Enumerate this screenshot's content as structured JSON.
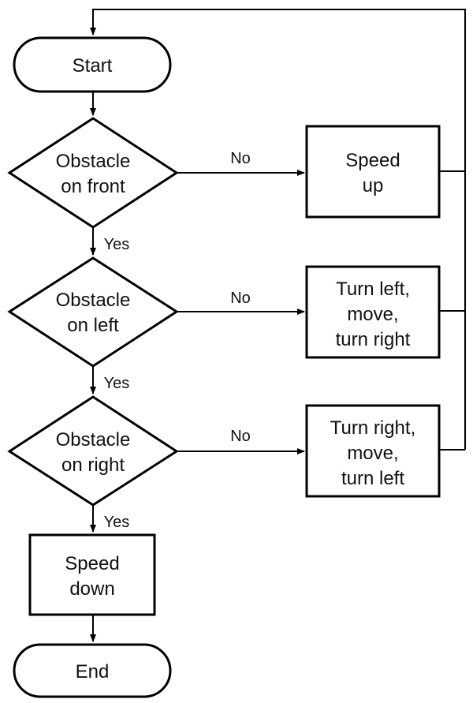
{
  "nodes": {
    "start": {
      "lines": [
        "Start"
      ]
    },
    "obstacle_front": {
      "lines": [
        "Obstacle",
        "on front"
      ]
    },
    "obstacle_left": {
      "lines": [
        "Obstacle",
        "on left"
      ]
    },
    "obstacle_right": {
      "lines": [
        "Obstacle",
        "on right"
      ]
    },
    "speed_up": {
      "lines": [
        "Speed",
        "up"
      ]
    },
    "turn_left": {
      "lines": [
        "Turn left,",
        "move,",
        "turn right"
      ]
    },
    "turn_right": {
      "lines": [
        "Turn right,",
        "move,",
        "turn left"
      ]
    },
    "speed_down": {
      "lines": [
        "Speed",
        "down"
      ]
    },
    "end": {
      "lines": [
        "End"
      ]
    }
  },
  "edges": {
    "front_no": "No",
    "front_yes": "Yes",
    "left_no": "No",
    "left_yes": "Yes",
    "right_no": "No",
    "right_yes": "Yes"
  }
}
